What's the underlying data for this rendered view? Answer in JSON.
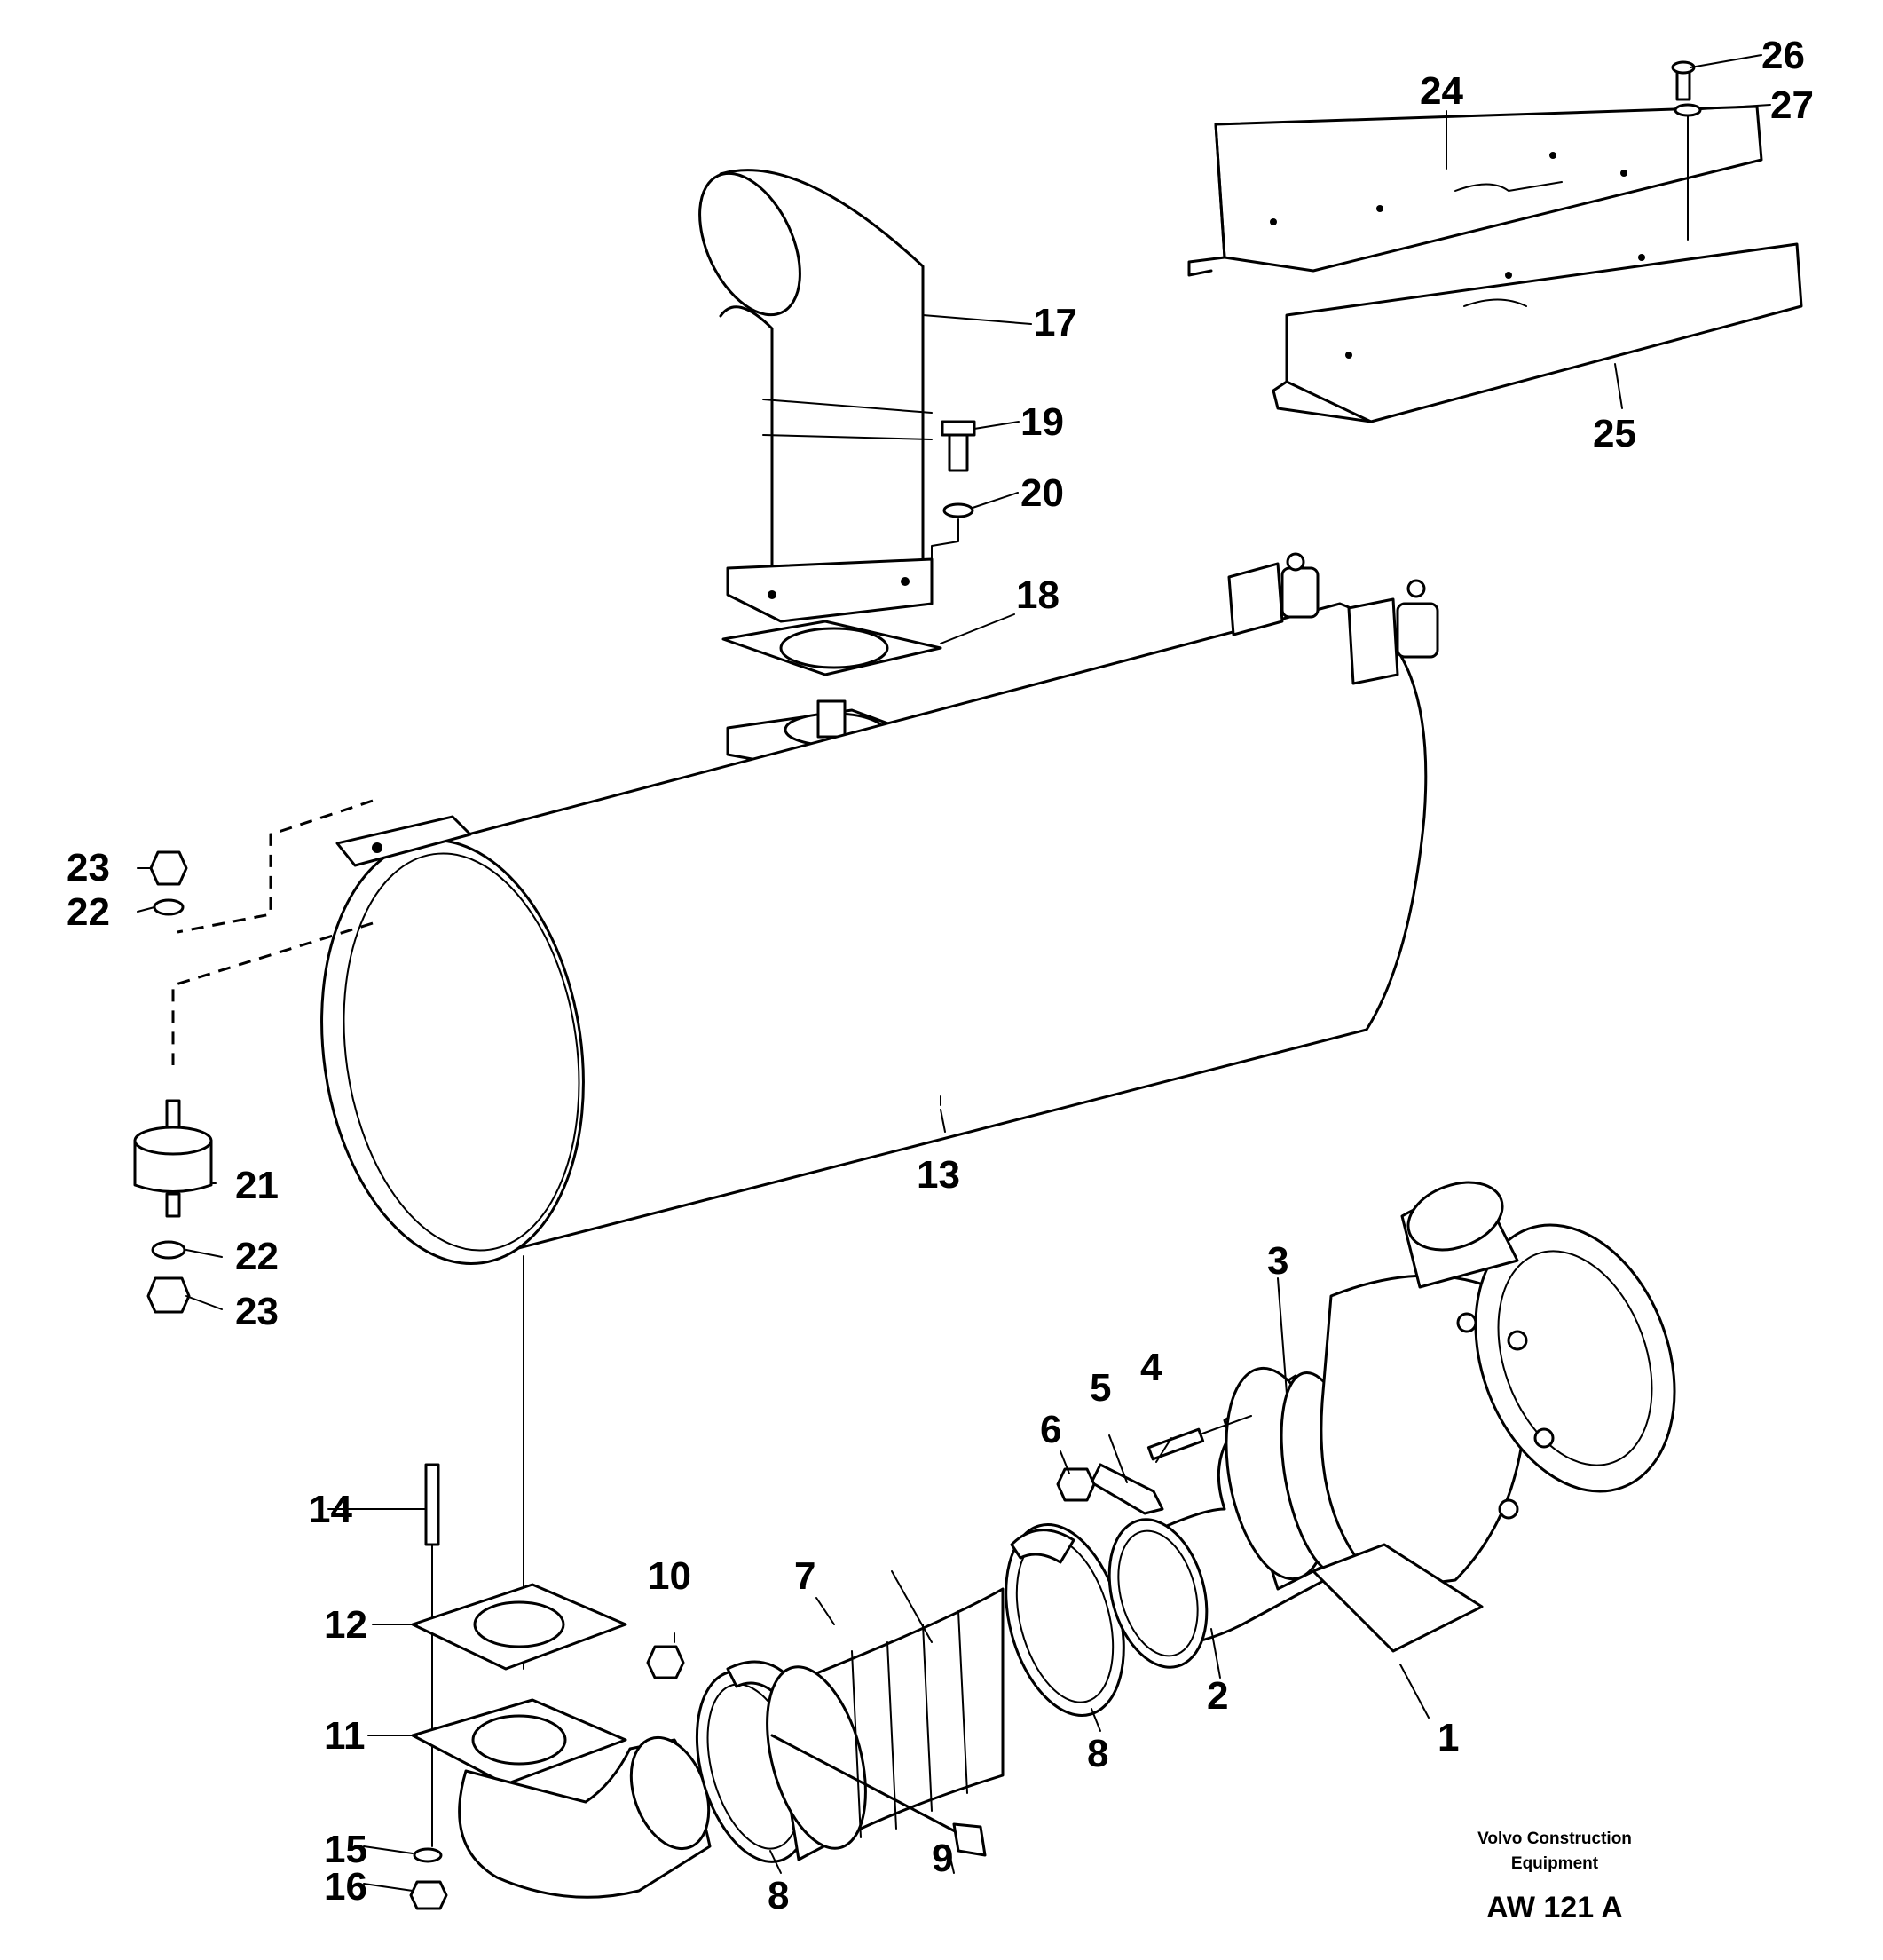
{
  "callouts": {
    "c1": "1",
    "c2": "2",
    "c3": "3",
    "c4": "4",
    "c5": "5",
    "c6": "6",
    "c7": "7",
    "c8a": "8",
    "c8b": "8",
    "c9": "9",
    "c10": "10",
    "c11": "11",
    "c12": "12",
    "c13": "13",
    "c14": "14",
    "c15": "15",
    "c16": "16",
    "c17": "17",
    "c18": "18",
    "c19": "19",
    "c20": "20",
    "c21": "21",
    "c22a": "22",
    "c22b": "22",
    "c23a": "23",
    "c23b": "23",
    "c24": "24",
    "c25": "25",
    "c26": "26",
    "c27": "27"
  },
  "footer": {
    "brand_line1": "Volvo Construction",
    "brand_line2": "Equipment",
    "drawing_code": "AW 121 A"
  }
}
